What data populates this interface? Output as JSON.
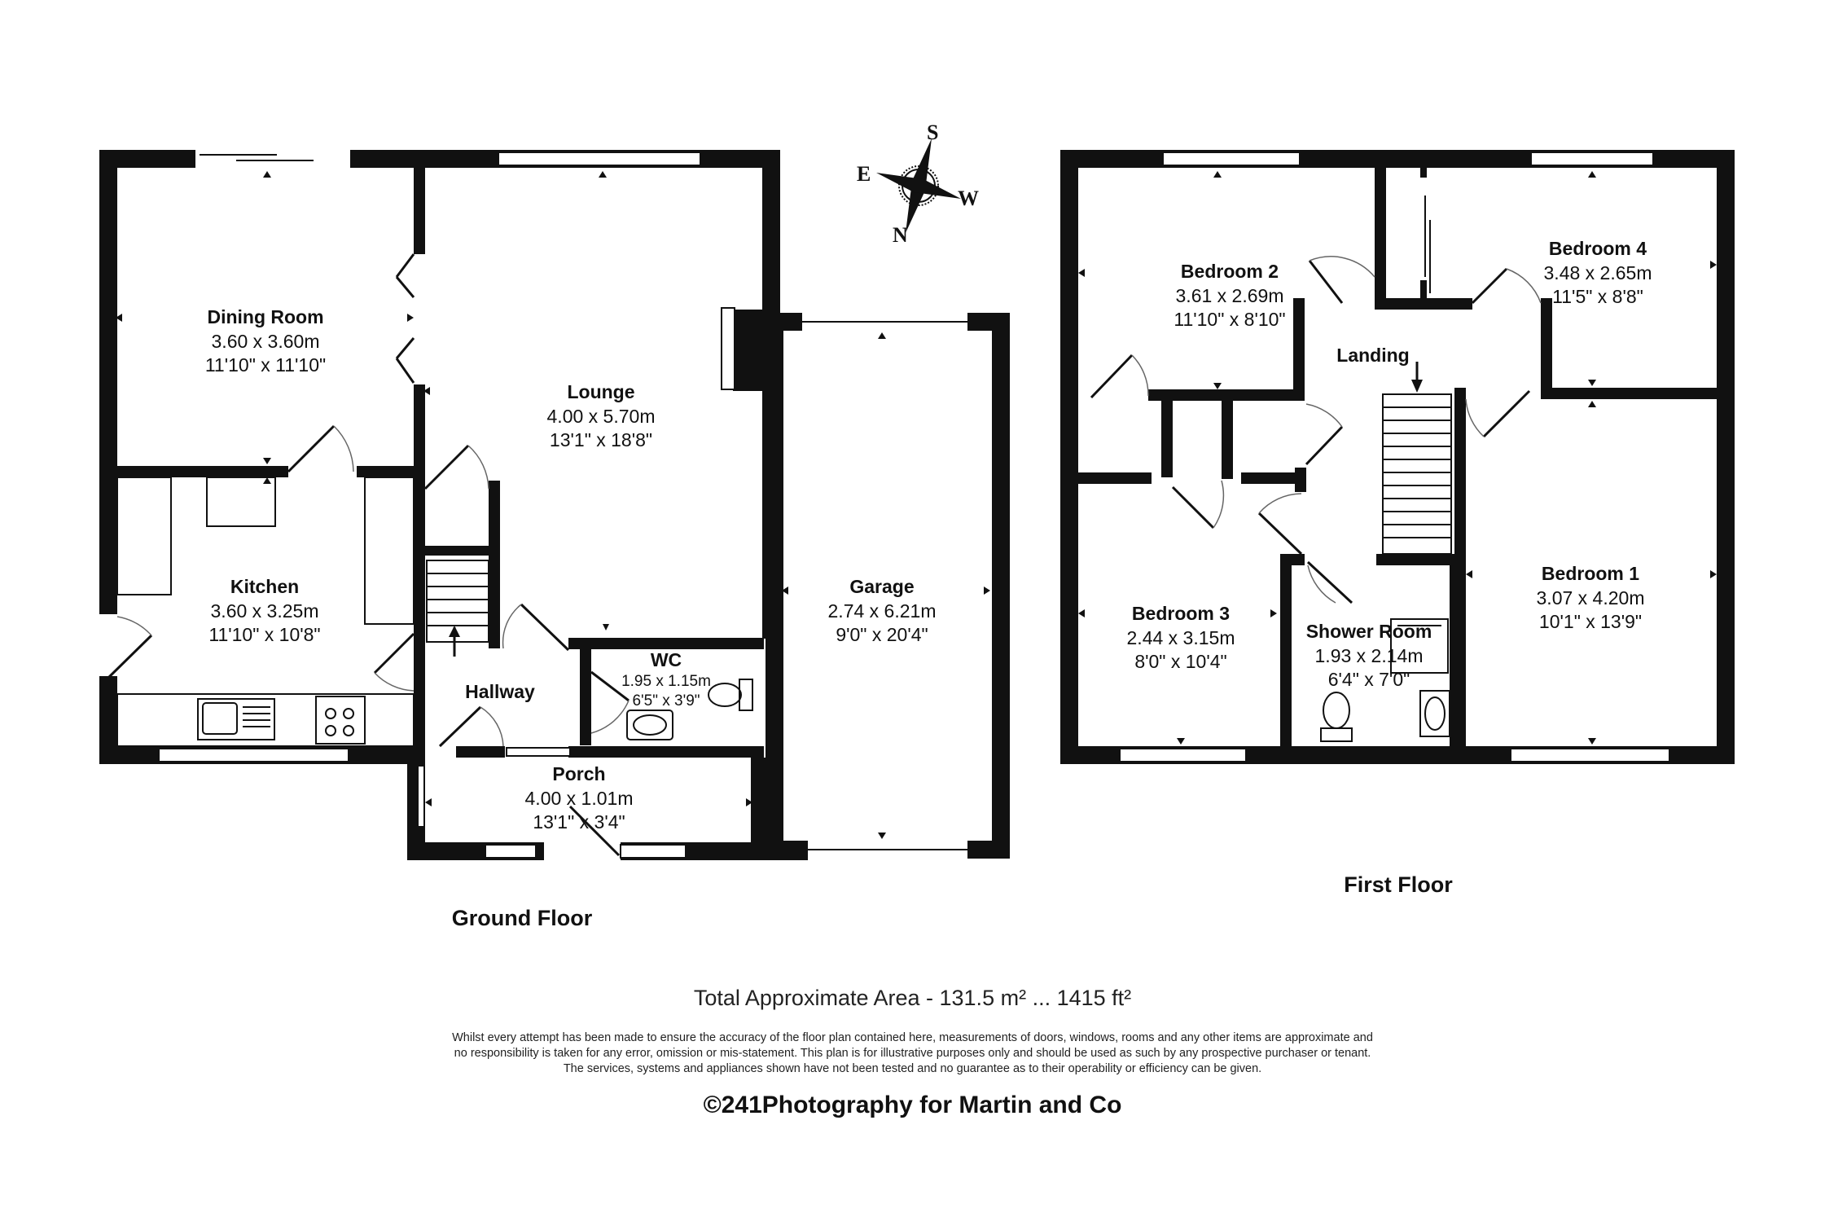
{
  "compass": {
    "north": "N",
    "south": "S",
    "east": "E",
    "west": "W"
  },
  "ground_floor": {
    "label": "Ground Floor",
    "rooms": [
      {
        "name": "Dining Room",
        "metric": "3.60 x 3.60m",
        "imperial": "11'10\" x 11'10\""
      },
      {
        "name": "Lounge",
        "metric": "4.00 x 5.70m",
        "imperial": "13'1\" x 18'8\""
      },
      {
        "name": "Kitchen",
        "metric": "3.60 x 3.25m",
        "imperial": "11'10\" x 10'8\""
      },
      {
        "name": "Garage",
        "metric": "2.74 x 6.21m",
        "imperial": "9'0\" x 20'4\""
      },
      {
        "name": "Hallway",
        "metric": "",
        "imperial": ""
      },
      {
        "name": "WC",
        "metric": "1.95 x 1.15m",
        "imperial": "6'5\" x 3'9\""
      },
      {
        "name": "Porch",
        "metric": "4.00 x 1.01m",
        "imperial": "13'1\" x 3'4\""
      }
    ]
  },
  "first_floor": {
    "label": "First Floor",
    "rooms": [
      {
        "name": "Bedroom 2",
        "metric": "3.61 x 2.69m",
        "imperial": "11'10\" x 8'10\""
      },
      {
        "name": "Bedroom 4",
        "metric": "3.48 x 2.65m",
        "imperial": "11'5\" x 8'8\""
      },
      {
        "name": "Landing",
        "metric": "",
        "imperial": ""
      },
      {
        "name": "Bedroom 1",
        "metric": "3.07 x 4.20m",
        "imperial": "10'1\" x 13'9\""
      },
      {
        "name": "Bedroom 3",
        "metric": "2.44 x 3.15m",
        "imperial": "8'0\" x 10'4\""
      },
      {
        "name": "Shower Room",
        "metric": "1.93 x 2.14m",
        "imperial": "6'4\" x 7'0\""
      }
    ]
  },
  "total_area": "Total Approximate Area - 131.5 m² ... 1415 ft²",
  "disclaimer": [
    "Whilst every attempt has been made to ensure the accuracy of the floor plan contained here, measurements of doors, windows, rooms and any other items are approximate and",
    "no responsibility is taken for any error, omission or mis-statement. This plan is for illustrative purposes only and should be used as such by any prospective purchaser or tenant.",
    "The services, systems and appliances shown have not been tested and no guarantee as to their operability or efficiency can be given."
  ],
  "credit": "©241Photography for Martin and Co"
}
